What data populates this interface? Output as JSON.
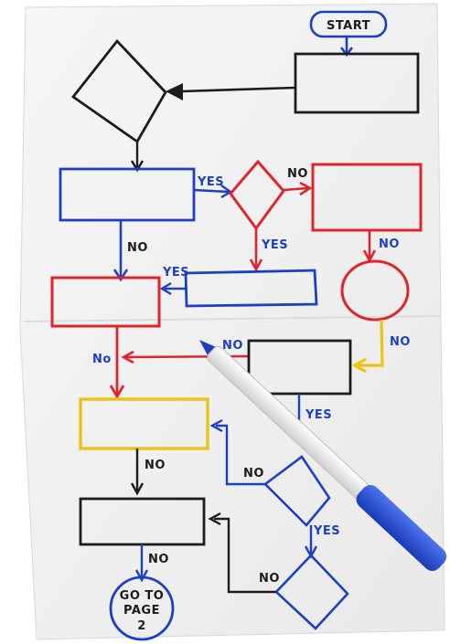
{
  "colors": {
    "black": "#1c1c1c",
    "blue": "#1d3fc4",
    "red": "#e0242b",
    "yellow": "#e9c413",
    "paper": "#f3f3f3",
    "pen_body": "#e9e9e6",
    "pen_cap": "#2c52d6"
  },
  "labels": {
    "start": "START",
    "goto_line1": "GO TO",
    "goto_line2": "PAGE",
    "goto_line3": "2",
    "yes": "YES",
    "no": "NO",
    "no_mixed": "No"
  }
}
